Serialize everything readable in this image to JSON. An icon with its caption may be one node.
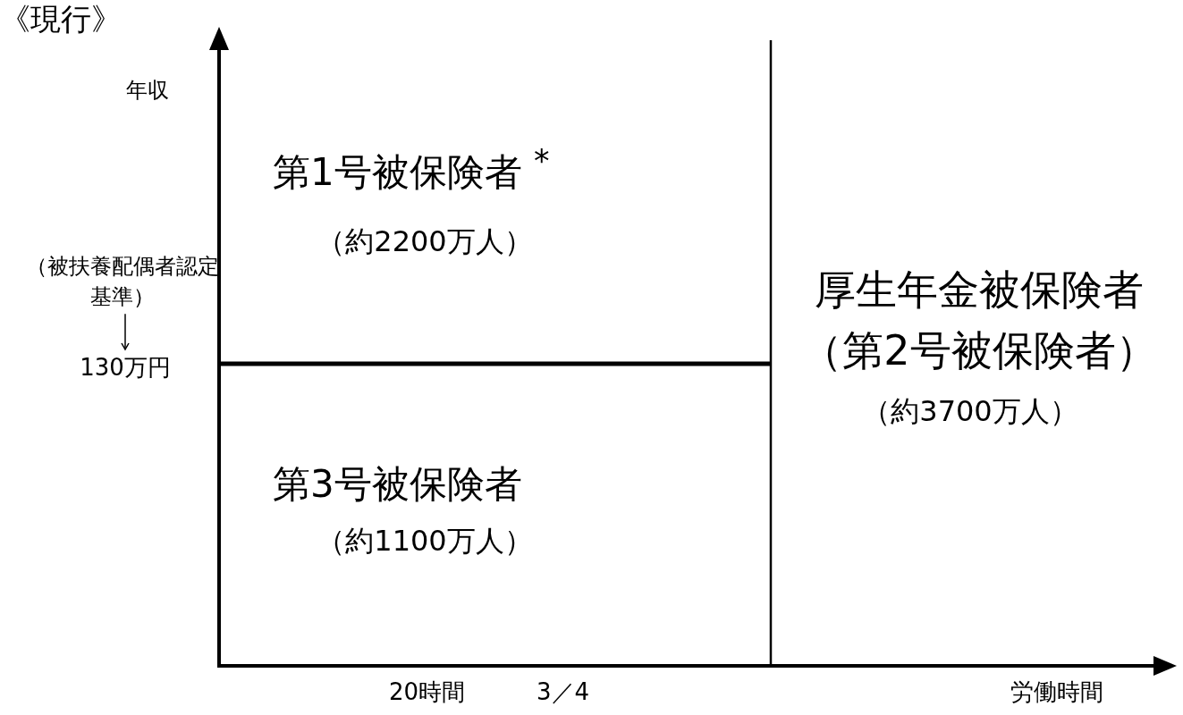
{
  "diagram": {
    "title": "《現行》",
    "nodes": [
      {
        "text": [
          "（被扶養配偶者認定基準）"
        ]
      },
      {
        "text": [
          "130万円"
        ]
      }
    ],
    "edges": [
      {
        "from": 0,
        "to": 1,
        "arrow": "to"
      }
    ],
    "labels": [
      "年収",
      "第1号被保険者 $^{*}$",
      "（約2200万人）",
      "厚生年金被保険者",
      "（第2号被保険者）",
      "（約3700万人）",
      "第3号被保険者",
      "（約1100万人）",
      "20時間",
      "3／4",
      "労働時間"
    ]
  }
}
